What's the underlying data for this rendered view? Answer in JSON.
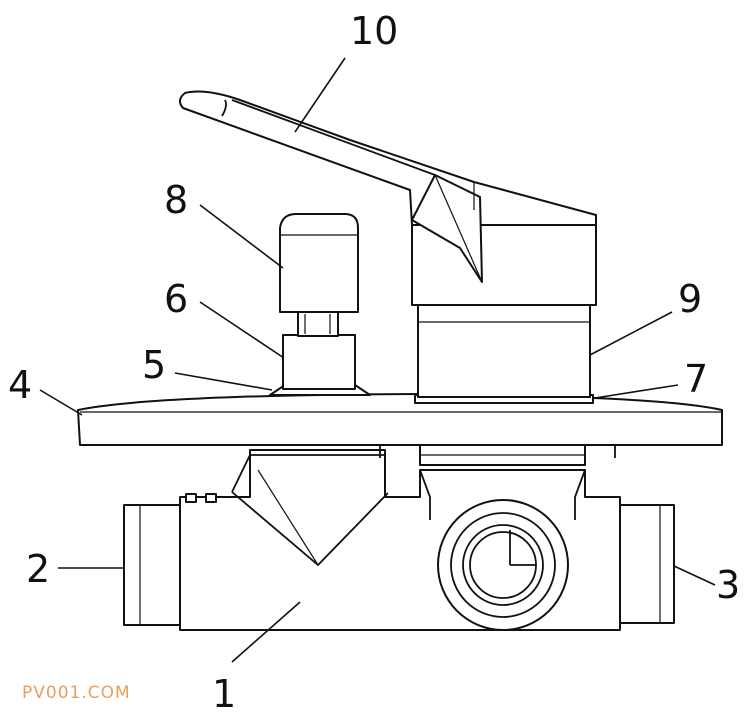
{
  "labels": {
    "l1": "1",
    "l2": "2",
    "l3": "3",
    "l4": "4",
    "l5": "5",
    "l6": "6",
    "l7": "7",
    "l8": "8",
    "l9": "9",
    "l10": "10"
  },
  "watermark": {
    "text": "PV001.COM",
    "color": "#e8a060"
  }
}
